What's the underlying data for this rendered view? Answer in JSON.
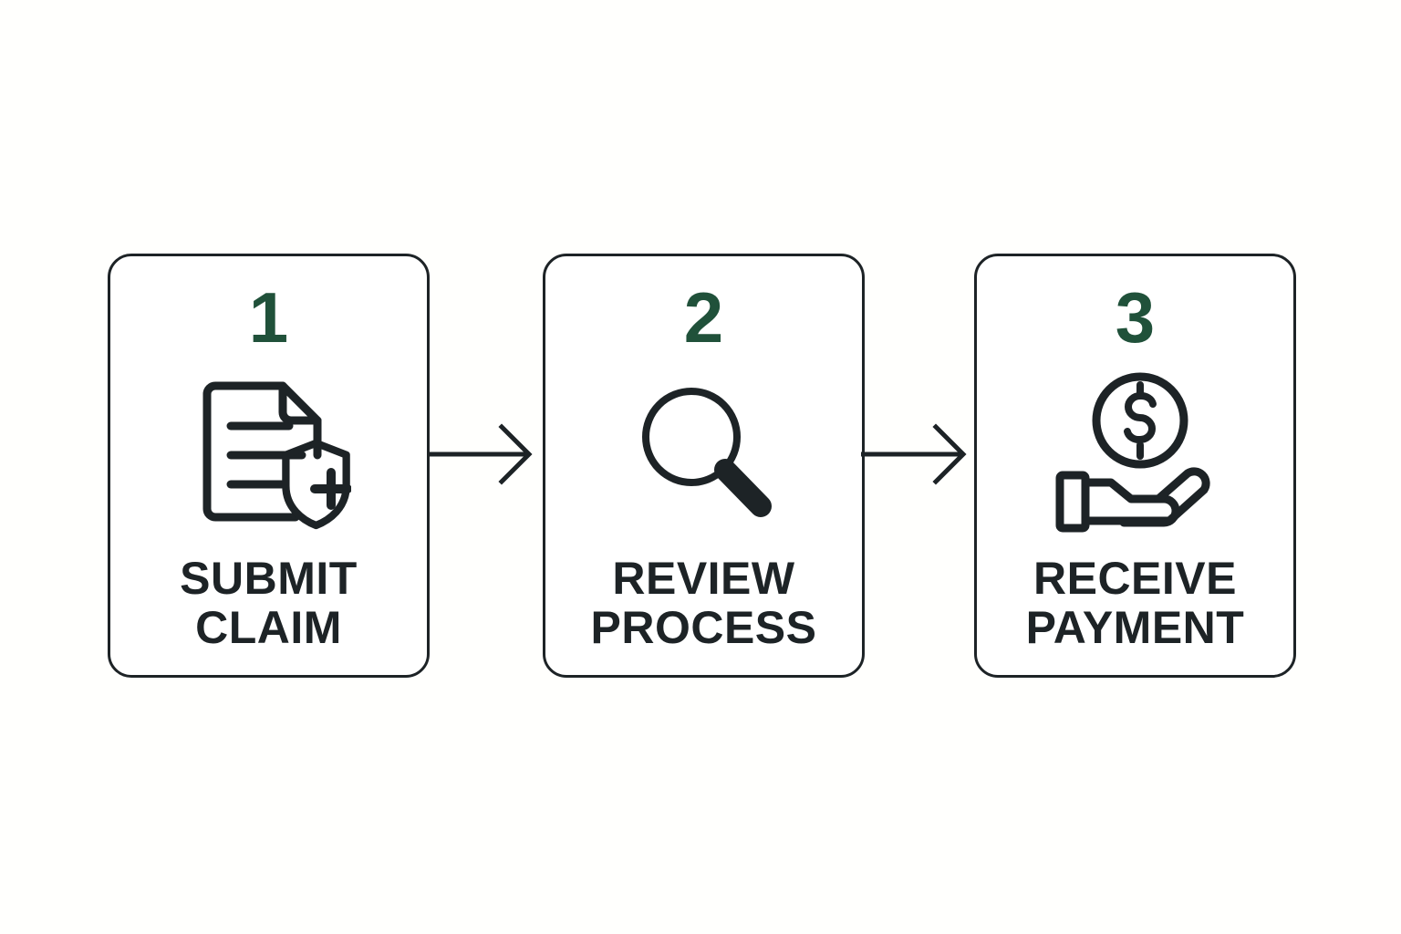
{
  "diagram": {
    "type": "process-flow",
    "orientation": "horizontal",
    "background_color": "#fffffd",
    "accent_color": "#20513a",
    "ink_color": "#1d2326",
    "steps": [
      {
        "number": "1",
        "label": "SUBMIT\nCLAIM",
        "label_line1": "SUBMIT",
        "label_line2": "CLAIM",
        "icon": "document-shield-icon"
      },
      {
        "number": "2",
        "label": "REVIEW\nPROCESS",
        "label_line1": "REVIEW",
        "label_line2": "PROCESS",
        "icon": "magnifying-glass-icon"
      },
      {
        "number": "3",
        "label": "RECEIVE\nPAYMENT",
        "label_line1": "RECEIVE",
        "label_line2": "PAYMENT",
        "icon": "hand-holding-coin-icon"
      }
    ],
    "connectors": [
      {
        "from": "1",
        "to": "2",
        "icon": "arrow-right-icon"
      },
      {
        "from": "2",
        "to": "3",
        "icon": "arrow-right-icon"
      }
    ]
  }
}
